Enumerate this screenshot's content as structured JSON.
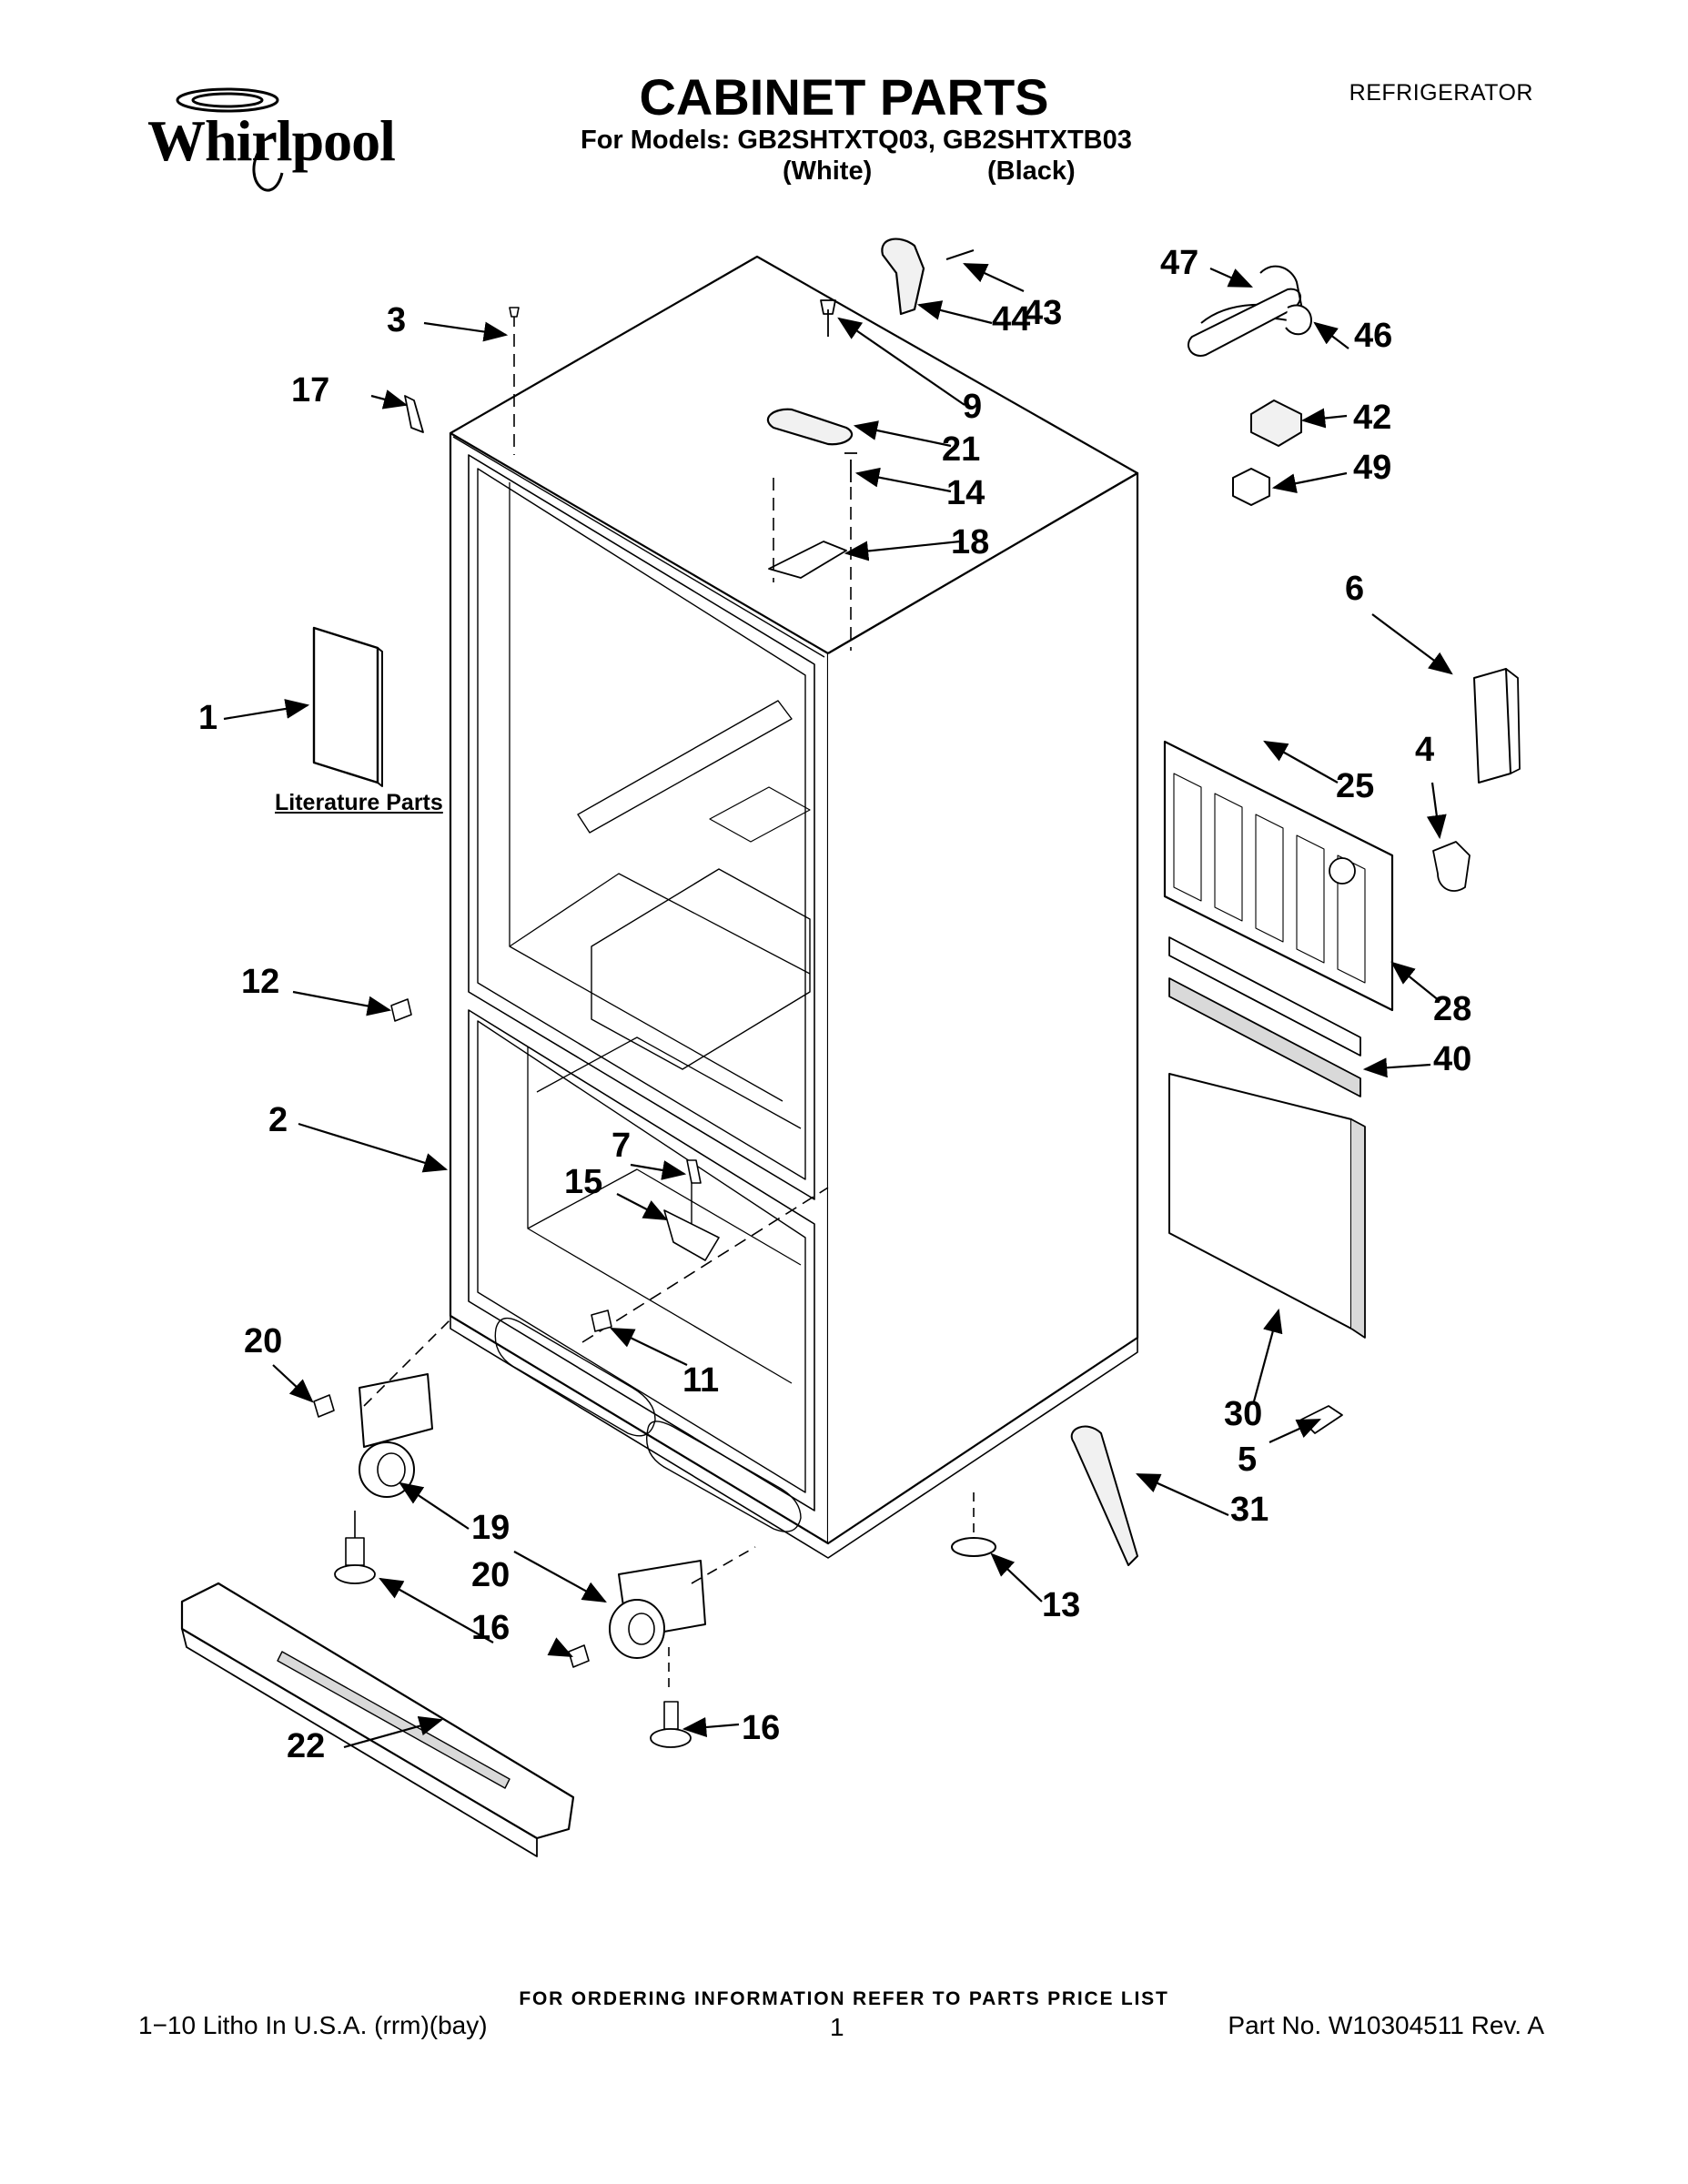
{
  "header": {
    "brand": "Whirlpool",
    "title": "CABINET PARTS",
    "category": "REFRIGERATOR",
    "models_line": "For Models: GB2SHTXTQ03, GB2SHTXTB03",
    "variant_white": "(White)",
    "variant_black": "(Black)"
  },
  "diagram": {
    "literature_label": "Literature Parts",
    "callouts": [
      "1",
      "2",
      "3",
      "4",
      "5",
      "6",
      "7",
      "9",
      "11",
      "12",
      "13",
      "14",
      "15",
      "16",
      "16",
      "17",
      "18",
      "19",
      "20",
      "20",
      "21",
      "22",
      "25",
      "28",
      "30",
      "31",
      "40",
      "42",
      "43",
      "44",
      "46",
      "47",
      "49"
    ]
  },
  "footer": {
    "ordering_note": "FOR ORDERING INFORMATION REFER TO PARTS PRICE LIST",
    "litho": "1−10 Litho In U.S.A. (rrm)(bay)",
    "page": "1",
    "part_number": "Part No. W10304511 Rev. A"
  },
  "colors": {
    "ink": "#000000",
    "paper": "#ffffff",
    "shade": "#d9d9d9"
  }
}
